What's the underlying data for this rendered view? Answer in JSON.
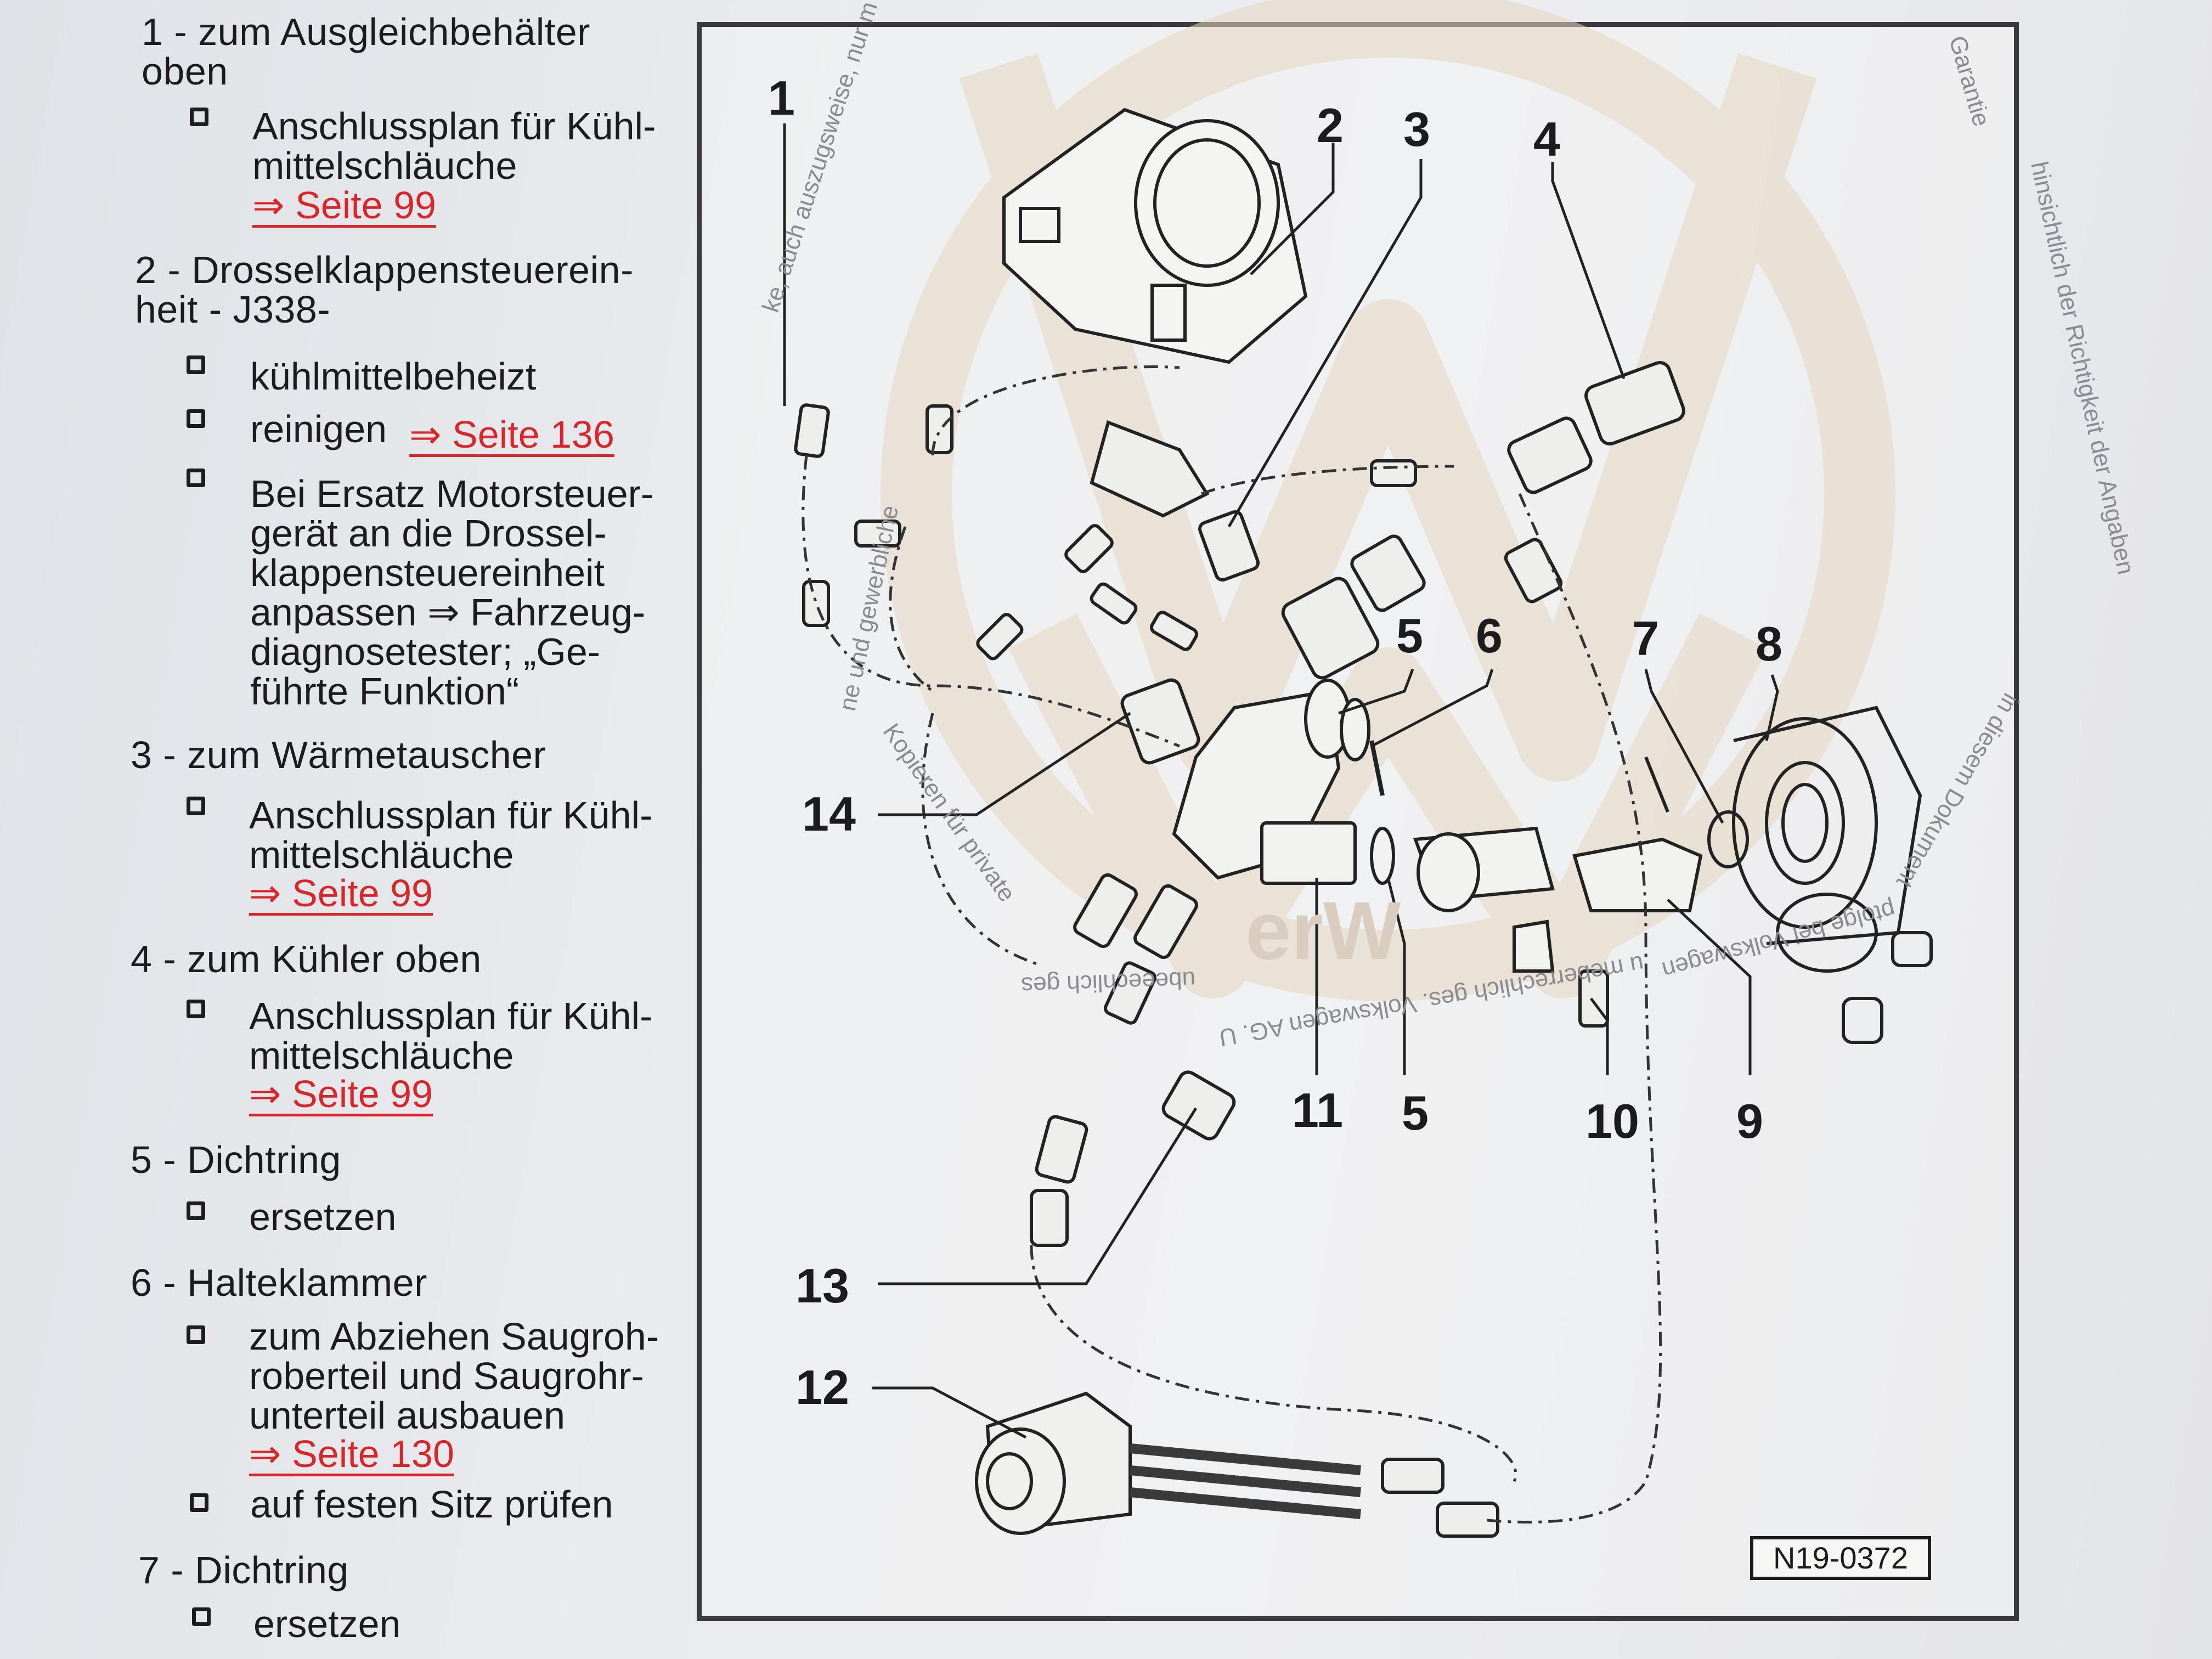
{
  "items": [
    {
      "title": "1 - zum Ausgleichbehälter\noben",
      "bullets": [
        {
          "text": "Anschlussplan für Kühl-\nmittelschläuche",
          "link": "⇒ Seite 99"
        }
      ]
    },
    {
      "title": "2 - Drosselklappensteuerein-\nheit - J338-",
      "bullets": [
        {
          "text": "kühlmittelbeheizt"
        },
        {
          "text": "reinigen ",
          "link": "⇒ Seite 136"
        },
        {
          "text": "Bei Ersatz Motorsteuer-\ngerät an die Drossel-\nklappensteuereinheit\nanpassen ⇒ Fahrzeug-\ndiagnosetester; „Ge-\nführte Funktion“"
        }
      ]
    },
    {
      "title": "3 - zum Wärmetauscher",
      "bullets": [
        {
          "text": "Anschlussplan für Kühl-\nmittelschläuche",
          "link": "⇒ Seite 99"
        }
      ]
    },
    {
      "title": "4 - zum Kühler oben",
      "bullets": [
        {
          "text": "Anschlussplan für Kühl-\nmittelschläuche",
          "link": "⇒ Seite 99"
        }
      ]
    },
    {
      "title": "5 - Dichtring",
      "bullets": [
        {
          "text": "ersetzen"
        }
      ]
    },
    {
      "title": "6 - Halteklammer",
      "bullets": [
        {
          "text": "zum Abziehen Saugroh-\nroberteil und Saugrohr-\nunterteil ausbauen",
          "link": "⇒ Seite 130"
        },
        {
          "text": "auf festen Sitz prüfen"
        }
      ]
    },
    {
      "title": "7 - Dichtring",
      "bullets": [
        {
          "text": "ersetzen"
        }
      ]
    }
  ],
  "figure": {
    "callouts": [
      "1",
      "2",
      "3",
      "4",
      "5",
      "6",
      "7",
      "8",
      "14",
      "11",
      "5",
      "10",
      "9",
      "13",
      "12"
    ],
    "code": "N19-0372",
    "watermarks": [
      "ke, auch auszugsweise, nur m",
      "ne und gewerbliche",
      "Kopieren für private",
      "ubeeechlich ges",
      "u meberrechlich ges. Volkswagen AG. U",
      "Garantie",
      "hinsichtlich der Richtigkeit der Angaben",
      "in diesem Dokument",
      "ptolge bei Volkswagen",
      "erW"
    ],
    "colors": {
      "logo_tint": "#e9dccb",
      "link": "#d9262b",
      "frame": "#3a3a3e"
    }
  }
}
